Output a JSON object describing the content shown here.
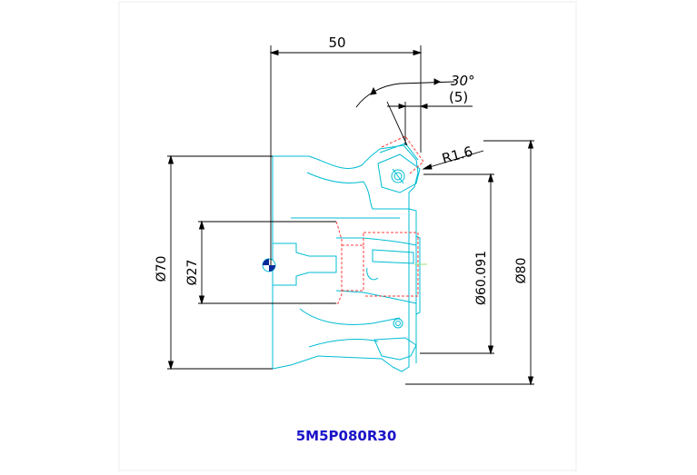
{
  "drawing": {
    "dimensions": {
      "width": "50",
      "angle": "30°",
      "offset": "(5)",
      "radius": "R1.6",
      "bore": "Ø27",
      "body_diameter": "Ø70",
      "reference_diameter": "Ø60.091",
      "cutting_diameter": "Ø80"
    },
    "part_number": "5M5P080R30"
  },
  "colors": {
    "outline": "#00bcd4",
    "hidden": "#ff3b3b",
    "dimension": "#000000",
    "label": "#1a12c8",
    "page_border": "#e8e8e8"
  }
}
